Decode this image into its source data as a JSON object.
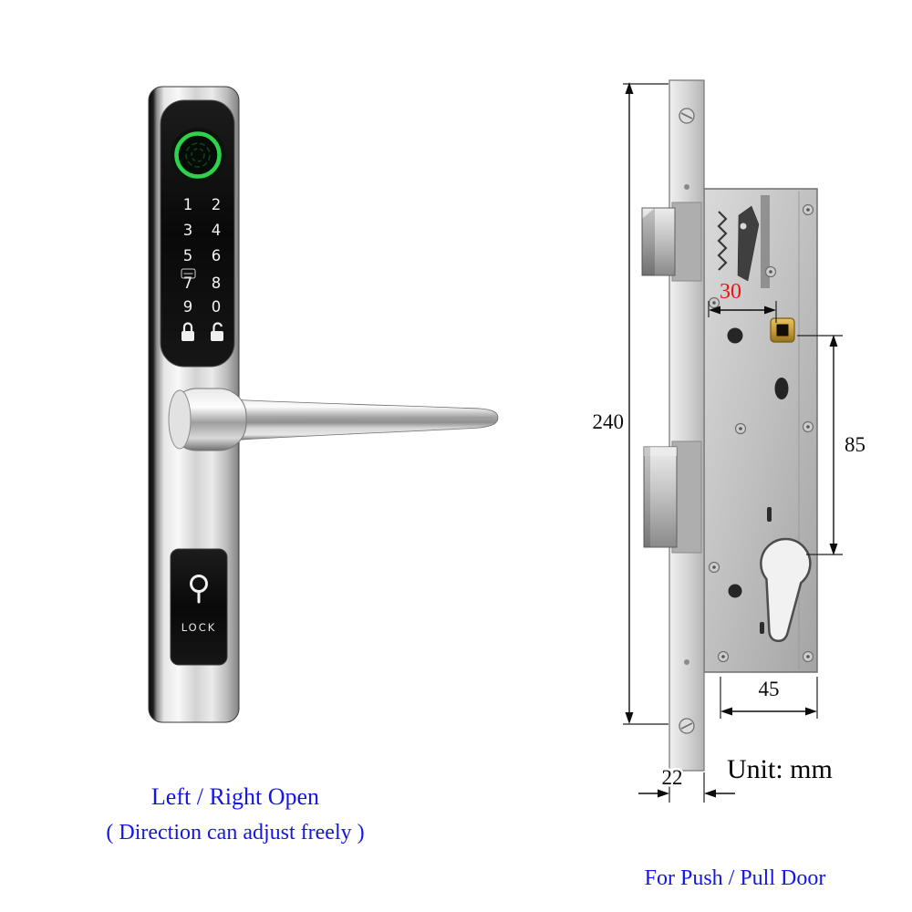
{
  "colors": {
    "caption_blue": "#1515e6",
    "dimension_red": "#ee1111",
    "fingerprint_green": "#2fd24b",
    "brass": "#c79f3a",
    "background": "#ffffff"
  },
  "smart_lock": {
    "keypad_digits": [
      [
        "1",
        "2"
      ],
      [
        "3",
        "4"
      ],
      [
        "5",
        "6"
      ],
      [
        "7",
        "8"
      ],
      [
        "9",
        "0"
      ]
    ],
    "lock_label": "LOCK",
    "icons": [
      "fingerprint-sensor-icon",
      "card-icon",
      "lock-closed-icon",
      "lock-open-icon",
      "keyhole-icon"
    ],
    "caption_line1": "Left / Right Open",
    "caption_line2": "( Direction can adjust freely )"
  },
  "mortise_lock": {
    "dimensions": {
      "total_height_mm": "240",
      "backset_mm": "30",
      "center_distance_mm": "85",
      "body_depth_mm": "45",
      "faceplate_width_mm": "22"
    },
    "unit_label": "Unit: mm",
    "caption": "For Push / Pull Door"
  }
}
